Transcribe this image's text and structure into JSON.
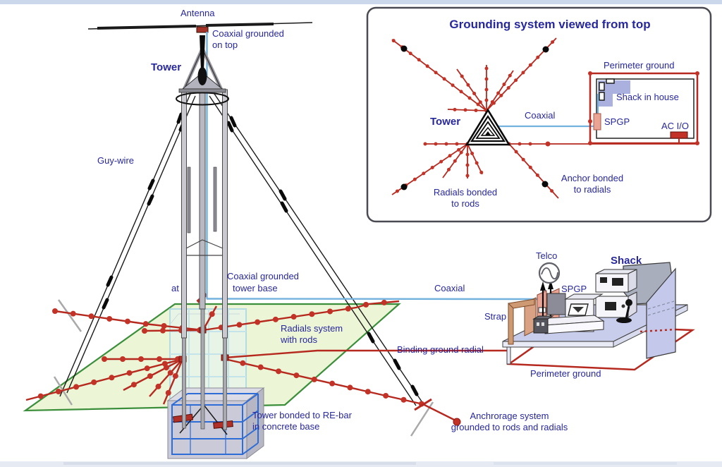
{
  "page": {
    "description": "Tower grounding system diagram"
  },
  "colors": {
    "navy": "#27279E",
    "red": "#B5291F",
    "green_border": "#3B8F3B",
    "green_fill": "#ECF5D5",
    "coax_blue": "#74B2DE",
    "lavender": "#C9CDEC",
    "salmon": "#E9A493",
    "tan": "#CE9A74"
  },
  "main_diagram": {
    "labels": {
      "antenna": "Antenna",
      "coax_top_line1": "Coaxial grounded",
      "coax_top_line2": "on top",
      "tower": "Tower",
      "guy_wire": "Guy-wire",
      "coax_base_line1": "Coaxial grounded",
      "coax_base_at": "at",
      "coax_base_line2": "tower base",
      "radials_line1": "Radials system",
      "radials_line2": "with rods",
      "binding": "Binding ground radial",
      "rebar_line1": "Tower bonded to RE-bar",
      "rebar_line2": "in concrete base",
      "anchorage_line1": "Anchrorage system",
      "anchorage_line2": "grounded to rods and radials",
      "coaxial": "Coaxial",
      "telco": "Telco",
      "shack": "Shack",
      "spgp": "SPGP",
      "strap": "Strap",
      "perimeter": "Perimeter ground"
    }
  },
  "inset": {
    "title": "Grounding system viewed from top",
    "labels": {
      "tower": "Tower",
      "coaxial": "Coaxial",
      "perimeter": "Perimeter ground",
      "shack_in_house": "Shack in house",
      "spgp": "SPGP",
      "ac_io": "AC I/O",
      "radials_rods_line1": "Radials bonded",
      "radials_rods_line2": "to rods",
      "anchor_line1": "Anchor bonded",
      "anchor_line2": "to radials"
    }
  }
}
